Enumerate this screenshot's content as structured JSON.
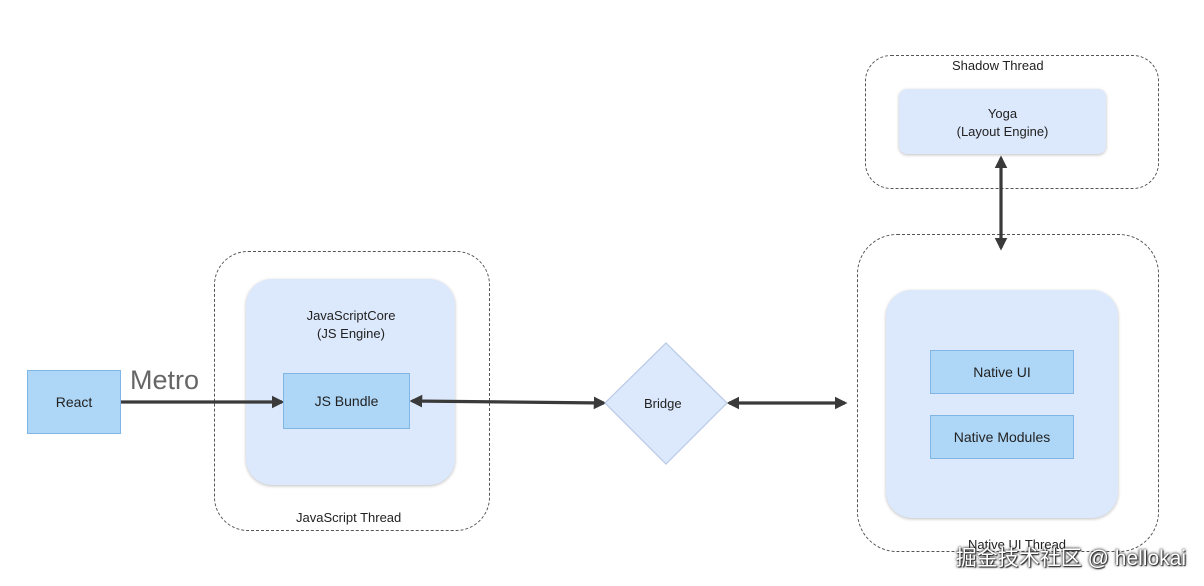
{
  "groups": {
    "javascript_thread": "JavaScript Thread",
    "shadow_thread": "Shadow Thread",
    "native_ui_thread": "Native UI Thread"
  },
  "nodes": {
    "react": "React",
    "metro": "Metro",
    "js_engine_line1": "JavaScriptCore",
    "js_engine_line2": "(JS Engine)",
    "js_bundle": "JS Bundle",
    "bridge": "Bridge",
    "yoga_line1": "Yoga",
    "yoga_line2": "(Layout Engine)",
    "native_ui": "Native UI",
    "native_modules": "Native Modules"
  },
  "watermark": "掘金技术社区 @ hellokai",
  "colors": {
    "node_fill": "#aed6f7",
    "container_fill": "#dce8fb",
    "arrow": "#3a3a3a"
  }
}
